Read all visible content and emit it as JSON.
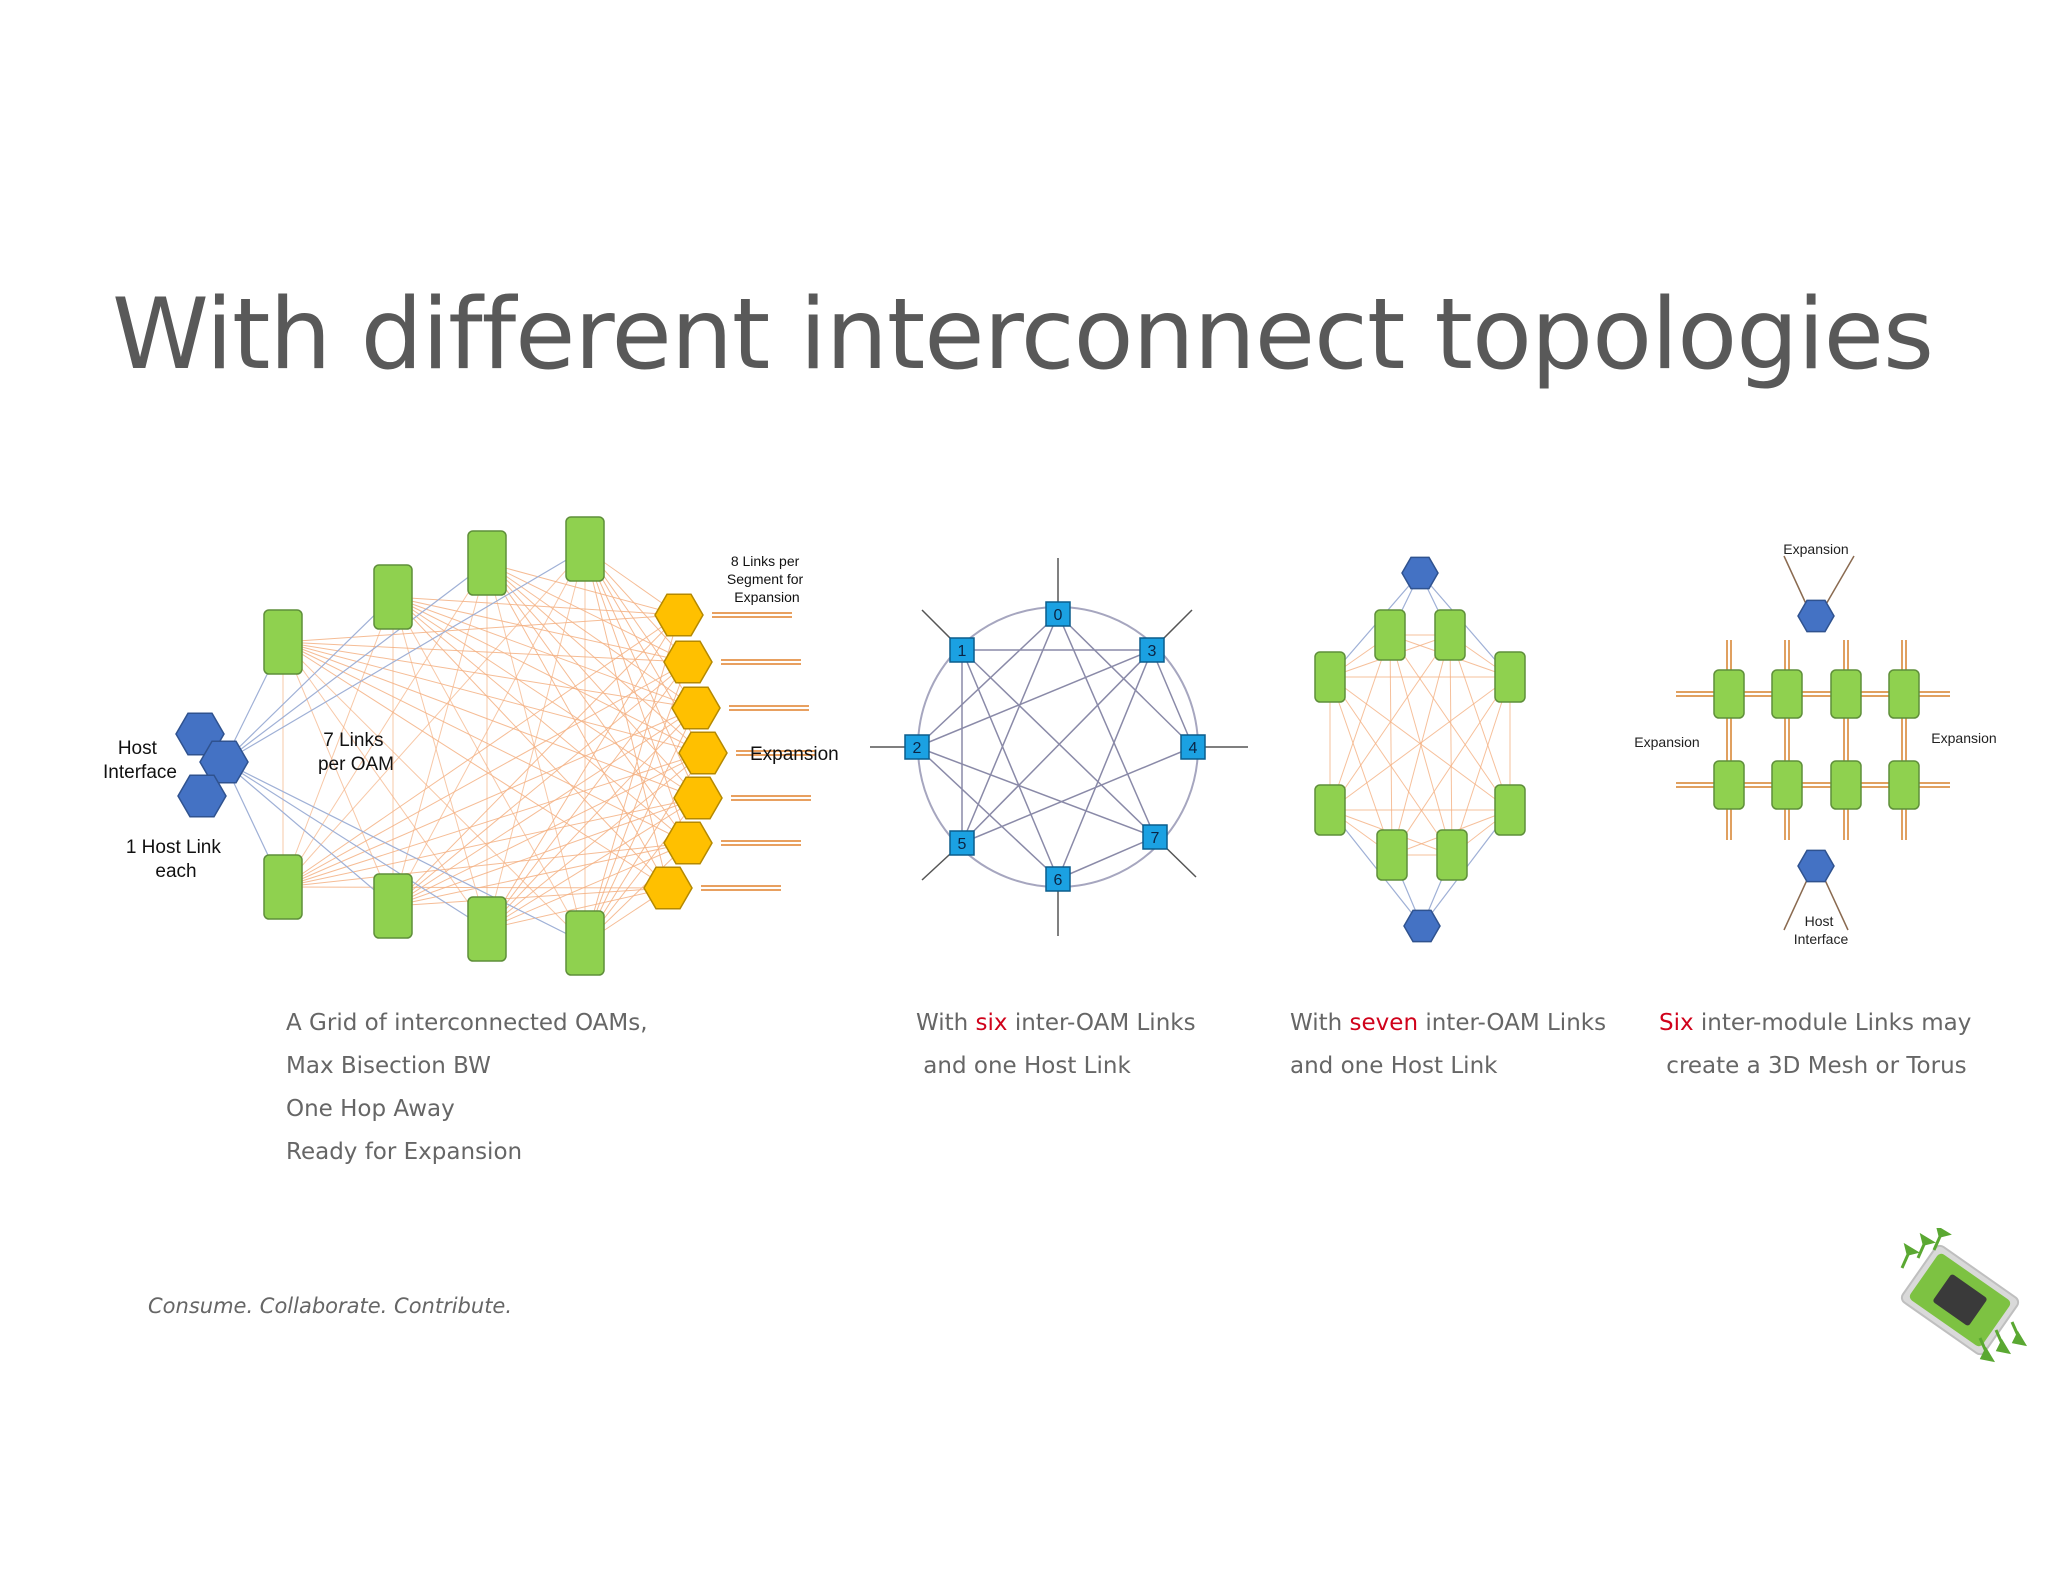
{
  "title": "With different interconnect topologies",
  "tagline": "Consume. Collaborate. Contribute.",
  "colors": {
    "oam_green": "#8fd14f",
    "host_blue": "#4472c4",
    "expansion_yellow": "#ffc000",
    "link_orange": "#f4b183",
    "node_cyan": "#1ba1e2",
    "highlight_red": "#d0021b"
  },
  "diagram1": {
    "label_links_per_segment": [
      "8 Links per",
      "Segment for",
      "Expansion"
    ],
    "label_host_interface": [
      "Host",
      "Interface"
    ],
    "label_links_per_oam": [
      "7 Links",
      "per OAM"
    ],
    "label_expansion": "Expansion",
    "label_host_link": [
      "1 Host Link",
      "each"
    ],
    "caption": [
      "A Grid of interconnected OAMs,",
      "Max Bisection BW",
      "One Hop Away",
      "Ready for Expansion"
    ]
  },
  "diagram2": {
    "node_labels": [
      "0",
      "1",
      "2",
      "3",
      "4",
      "5",
      "6",
      "7"
    ],
    "caption_line1_pre": "With ",
    "caption_line1_hl": "six",
    "caption_line1_post": " inter-OAM Links",
    "caption_line2": " and one Host Link"
  },
  "diagram3": {
    "caption_line1_pre": "With ",
    "caption_line1_hl": "seven",
    "caption_line1_post": " inter-OAM Links",
    "caption_line2": "and one Host Link"
  },
  "diagram4": {
    "label_expansion_top": "Expansion",
    "label_expansion_left": "Expansion",
    "label_expansion_right": "Expansion",
    "label_host_interface": [
      "Host",
      "Interface"
    ],
    "caption_line1_hl": "Six",
    "caption_line1_post": " inter-module Links may",
    "caption_line2": " create a 3D Mesh or Torus"
  },
  "logo_icon": "chip-with-arrows-icon"
}
